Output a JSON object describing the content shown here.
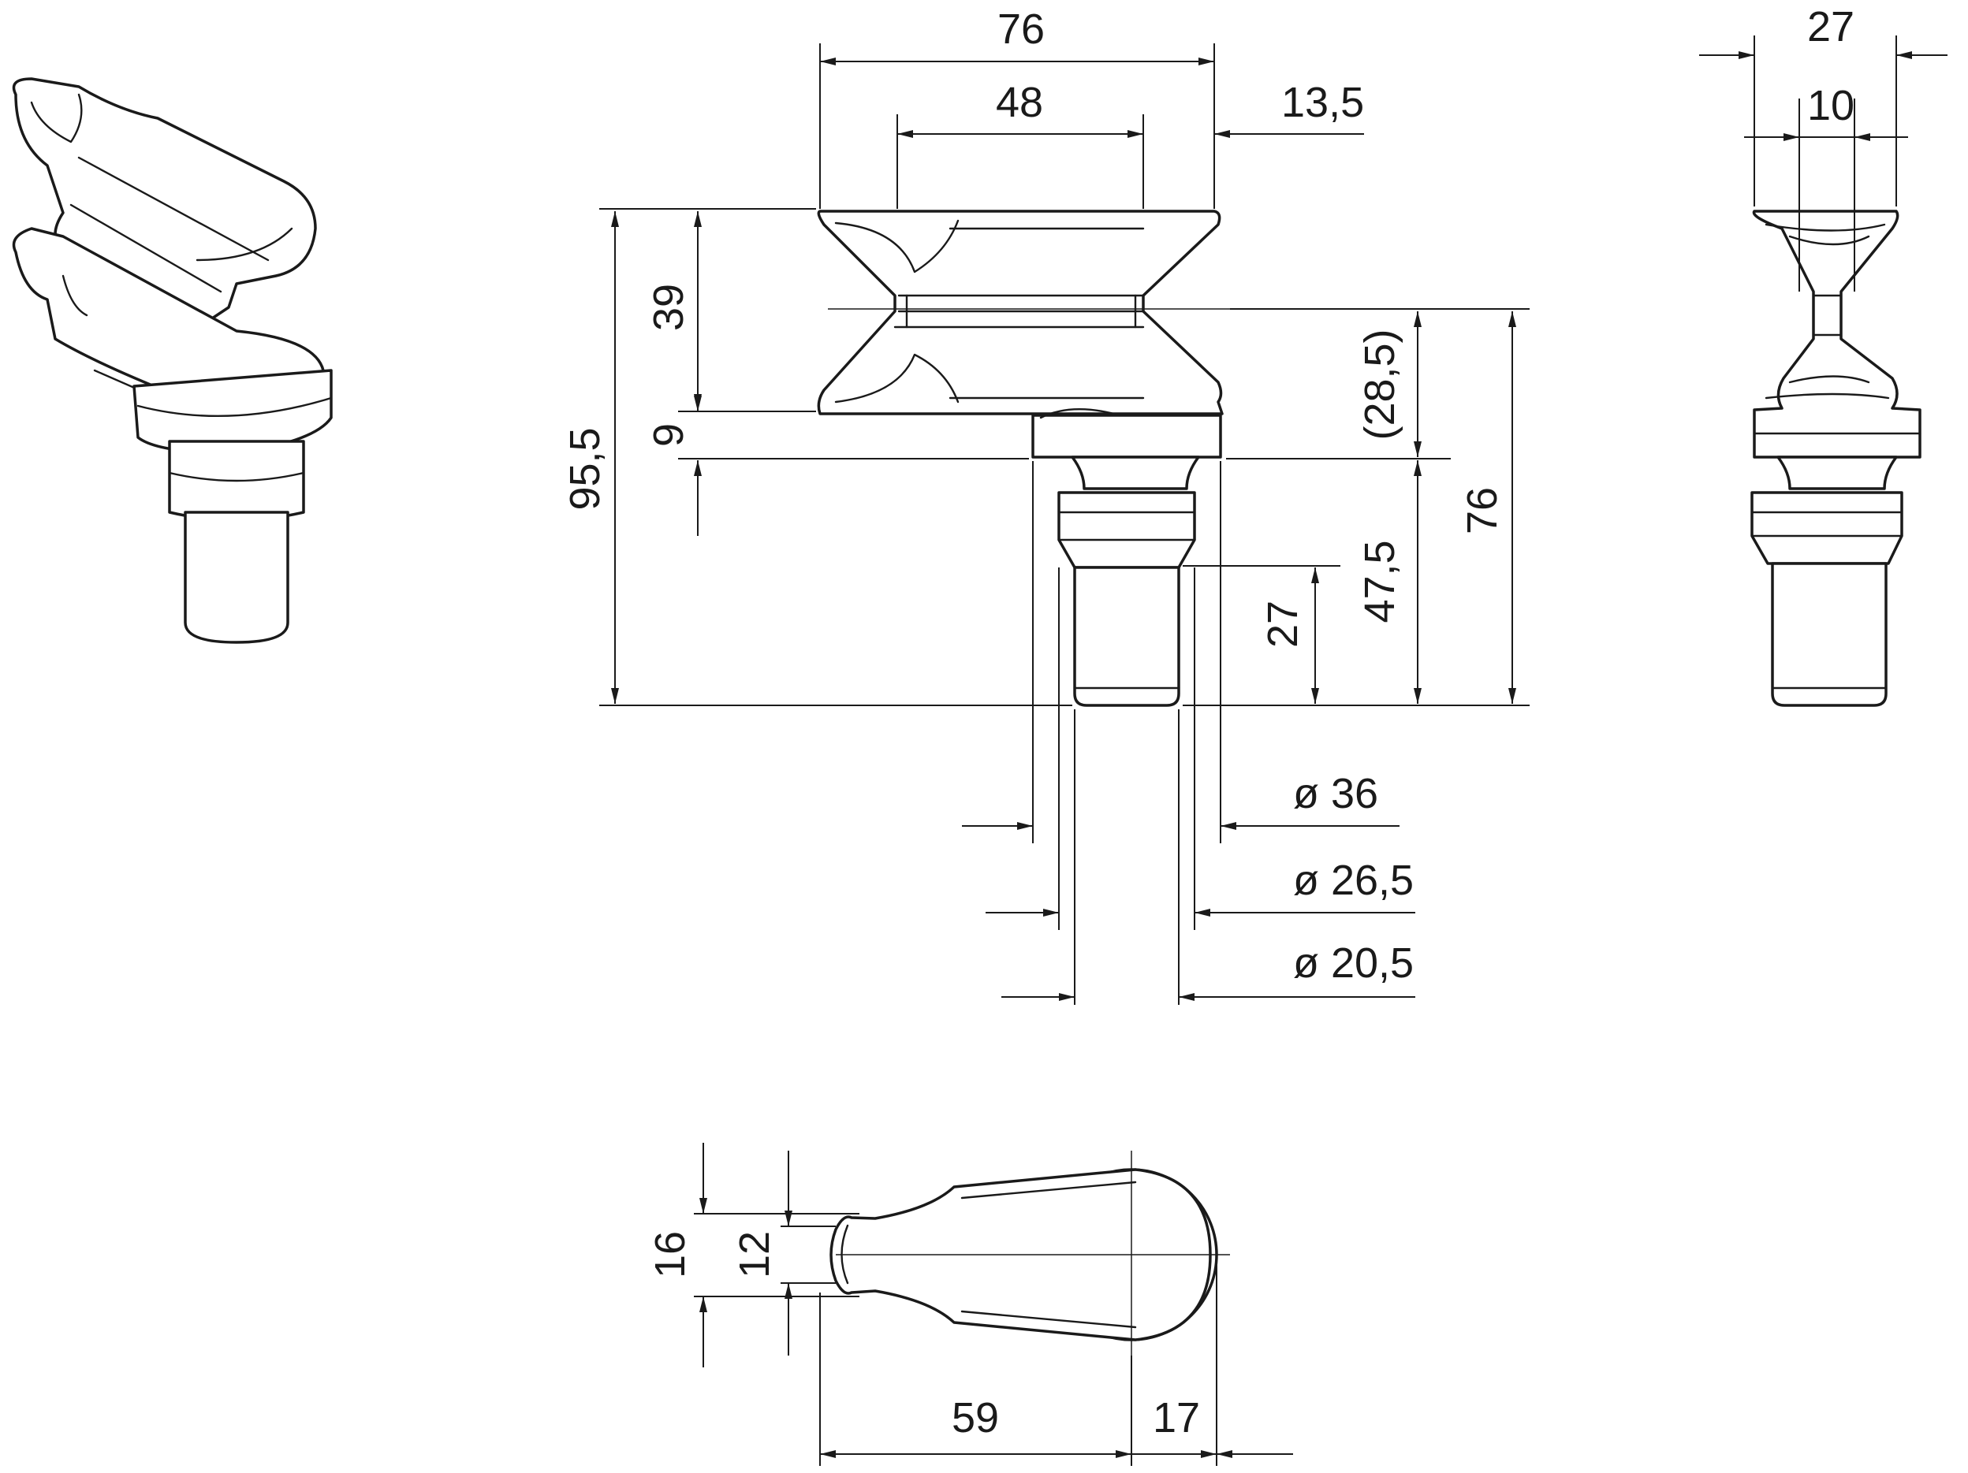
{
  "drawing": {
    "line_color": "#1a1a1a",
    "background": "#ffffff",
    "dimensions": {
      "front_width": "76",
      "front_slot_width": "48",
      "front_offset": "13,5",
      "front_upper_height": "39",
      "front_collar_height": "9",
      "total_height": "95,5",
      "lower_height_ref": "(28,5)",
      "body_height": "76",
      "shank_height": "47,5",
      "thread_length": "27",
      "dia_collar": "ø 36",
      "dia_mid": "ø 26,5",
      "dia_thread": "ø 20,5",
      "side_width": "27",
      "side_neck": "10",
      "top_outer_width": "16",
      "top_inner_width": "12",
      "top_length": "59",
      "top_radius": "17"
    }
  }
}
